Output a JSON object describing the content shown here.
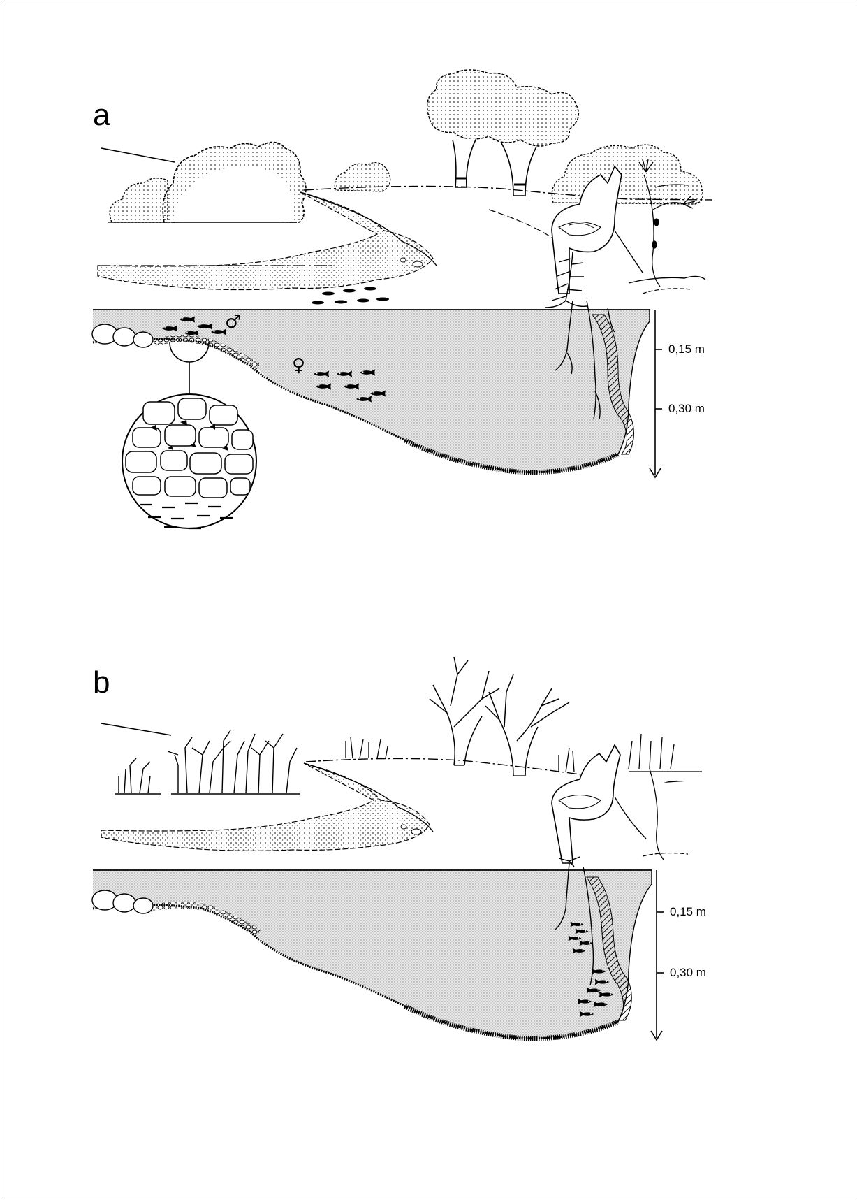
{
  "panels": [
    {
      "letter": "a",
      "depth_marks": [
        "0,15 m",
        "0,30 m"
      ],
      "male_symbol": "♂",
      "female_symbol": "♀",
      "vegetation": "leafy"
    },
    {
      "letter": "b",
      "depth_marks": [
        "0,15 m",
        "0,30 m"
      ],
      "vegetation": "bare"
    }
  ],
  "colors": {
    "ink": "#000000",
    "water_fill": "#e4e4e4",
    "background": "#ffffff"
  }
}
